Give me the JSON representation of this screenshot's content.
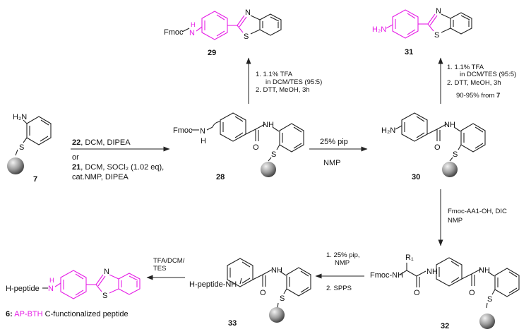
{
  "compounds": {
    "c7": "7",
    "c28": "28",
    "c29": "29",
    "c30": "30",
    "c31": "31",
    "c32": "32",
    "c33": "33"
  },
  "atoms": {
    "h2n": "H₂N",
    "s": "S",
    "n": "N",
    "nh": "NH",
    "h": "H",
    "o": "O",
    "fmoc": "Fmoc",
    "fmoc_nh": "Fmoc-NH",
    "h_peptide_nh": "H-peptide-NH",
    "h_peptide": "H-peptide",
    "r1": "R₁"
  },
  "conditions": {
    "step_7_28": {
      "line1_num": "22",
      "line1": ", DCM, DIPEA",
      "or": "or",
      "line2_num": "21",
      "line2": ", DCM, SOCl₂ (1.02 eq),",
      "line3": "cat.NMP, DIPEA"
    },
    "step_28_29": {
      "line1": "1. 1.1% TFA",
      "line2": "in DCM/TES (95:5)",
      "line3": "2. DTT, MeOH, 3h"
    },
    "step_28_30": {
      "above": "25% pip",
      "below": "NMP"
    },
    "step_30_31": {
      "line1": "1. 1.1% TFA",
      "line2": "in DCM/TES (95:5)",
      "line3": "2. DTT, MeOH, 3h",
      "yield_text": "90-95% from ",
      "yield_num": "7"
    },
    "step_30_32": {
      "line1": "Fmoc-AA1-OH, DIC",
      "line2": "NMP"
    },
    "step_32_33": {
      "line1": "1. 25% pip,",
      "line2": "NMP",
      "line3": "2. SPPS"
    },
    "step_33_6": {
      "line1": "TFA/DCM/",
      "line2": "TES"
    }
  },
  "product_caption": {
    "number": "6:",
    "highlight": "AP-BTH",
    "rest": " C-functionalized peptide"
  },
  "colors": {
    "highlight": "#e61ee6",
    "ink": "#111111",
    "resin_light": "#f2f2f2",
    "resin_dark": "#3a3a3a"
  }
}
